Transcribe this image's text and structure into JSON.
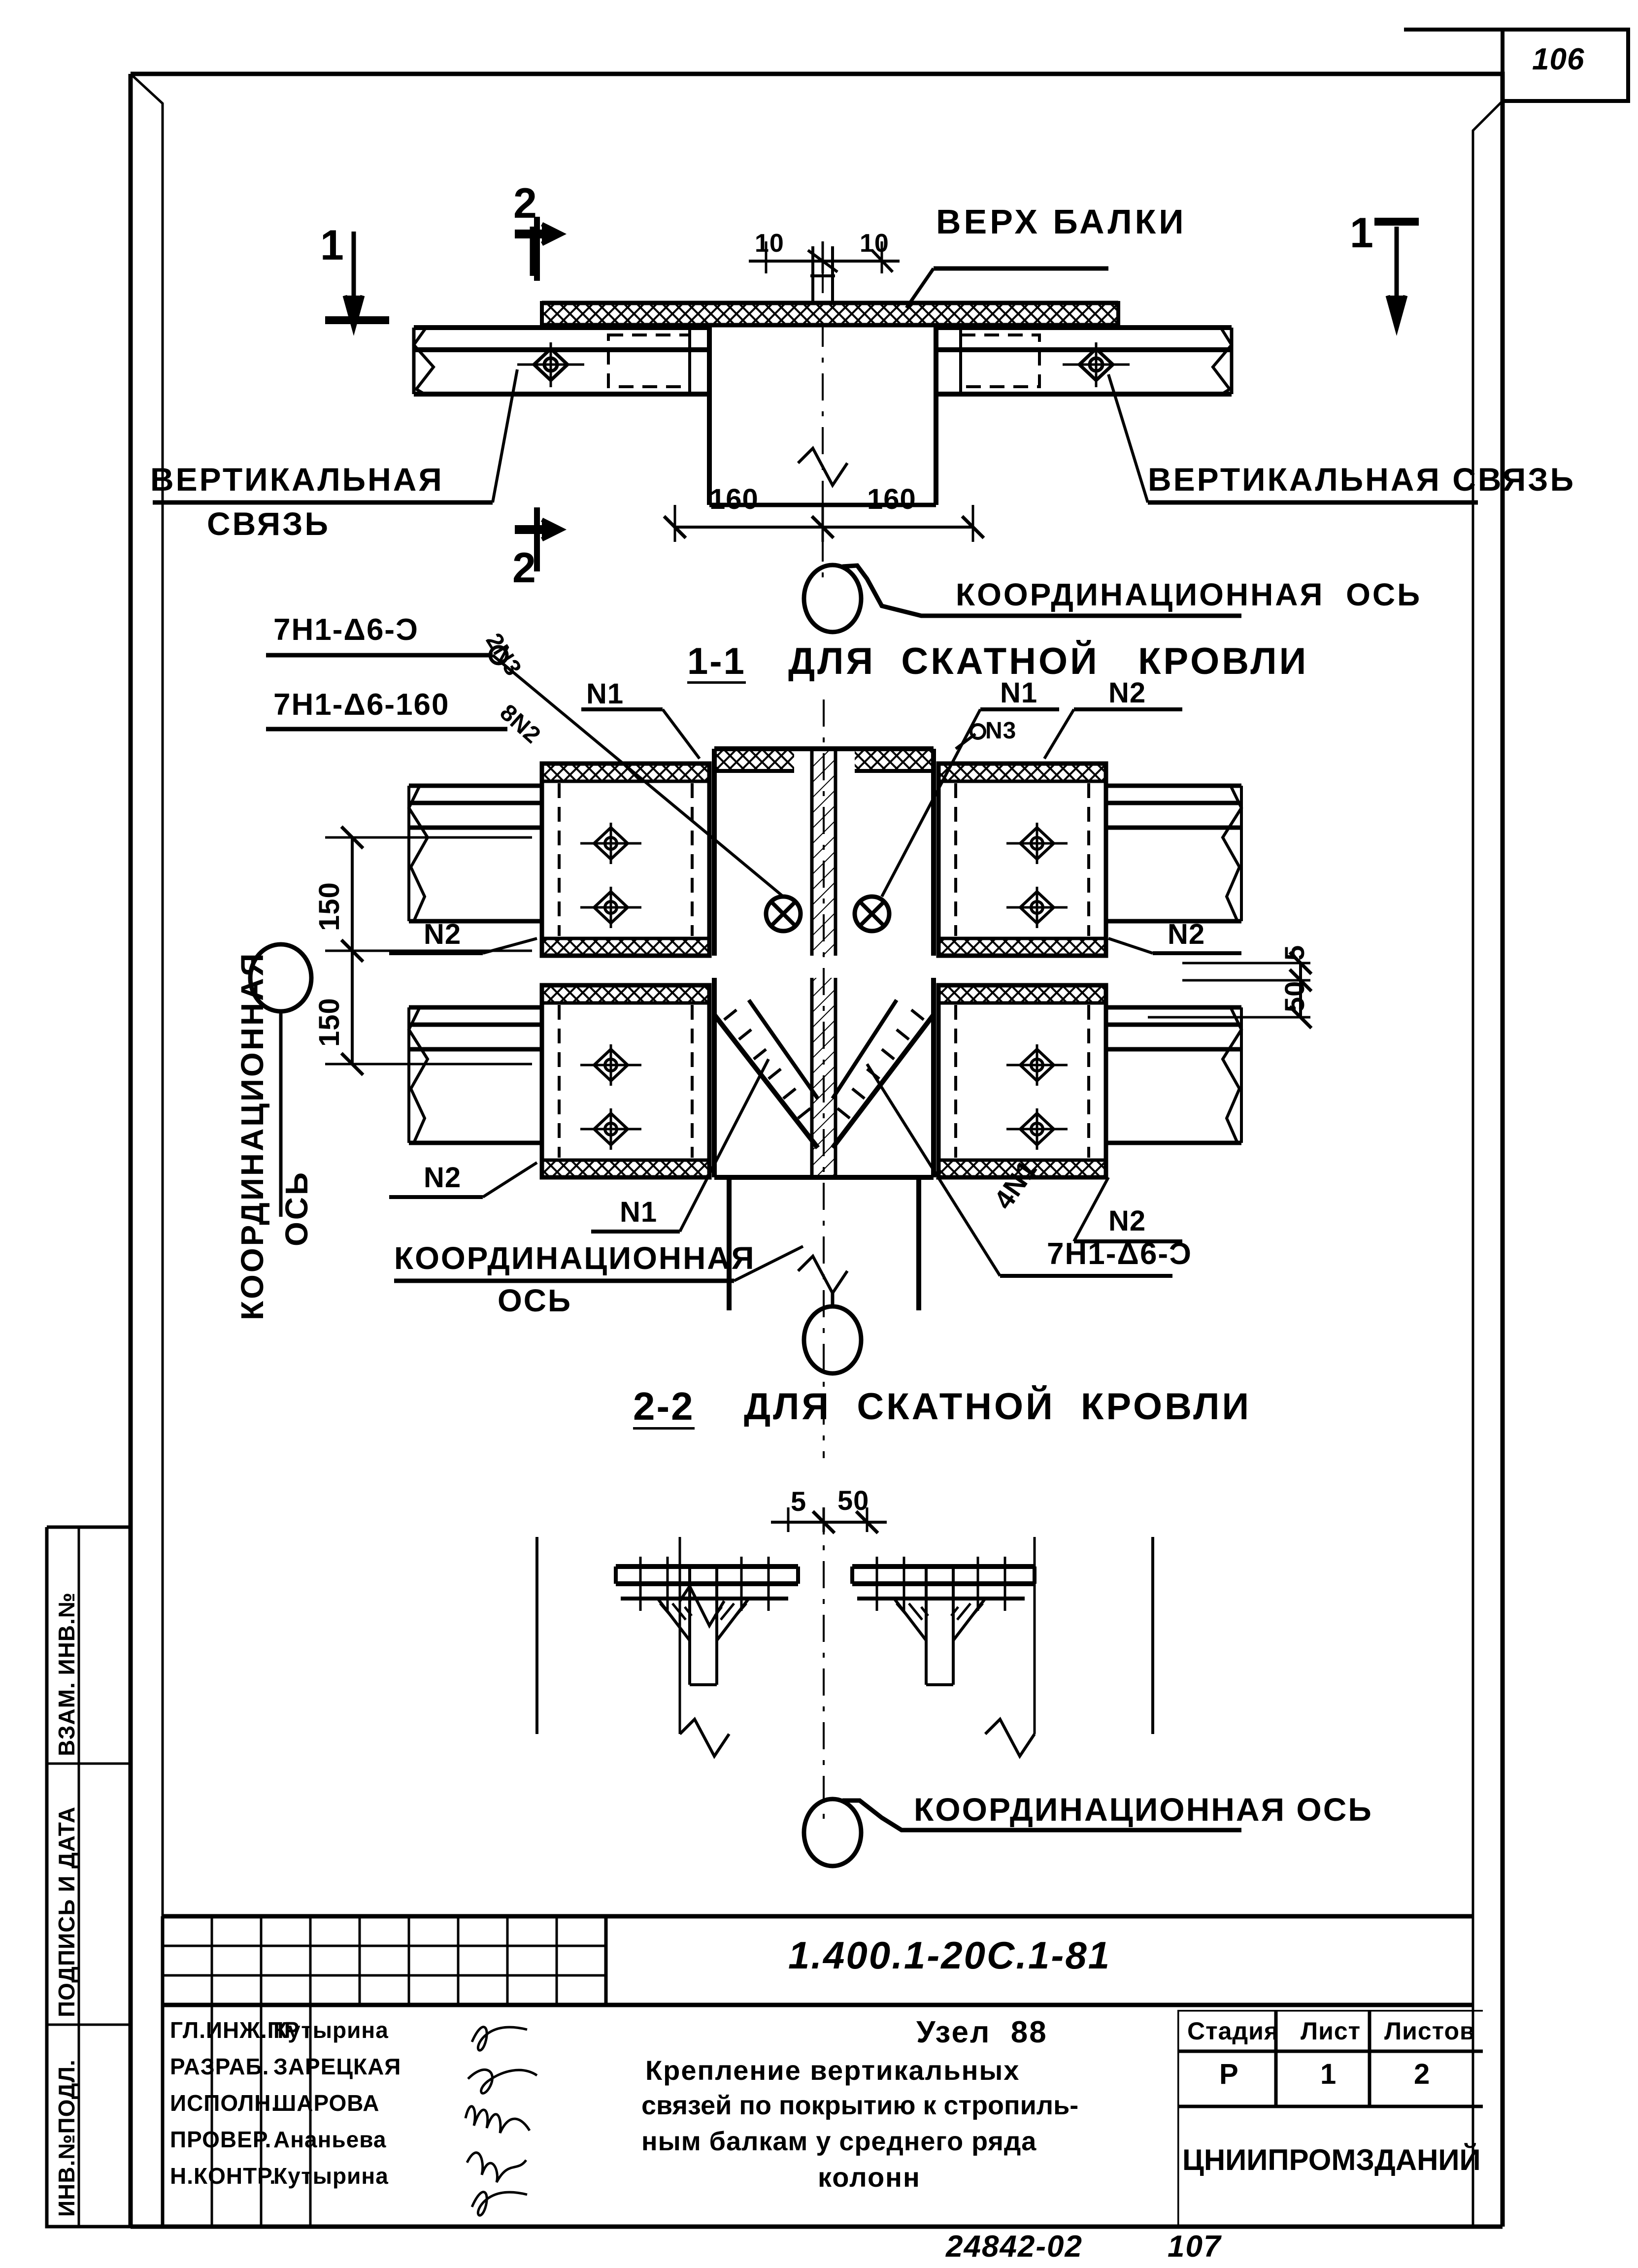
{
  "sheet": {
    "page_number": "106",
    "doc_number": "1.400.1-20С.1-81",
    "bottom_code": "24842-02",
    "bottom_page": "107"
  },
  "side_bar": {
    "rows": [
      "ВЗАМ. ИНВ.№",
      "ПОДПИСЬ И ДАТА",
      "ИНВ.№ПОДЛ."
    ]
  },
  "view_top": {
    "section_mark_left": "1",
    "section_mark_left2": "2",
    "section_mark_right": "1",
    "section_mark_left_bottom": "2",
    "callout_beam_top": "ВЕРХ БАЛКИ",
    "dim_10_left": "10",
    "dim_10_right": "10",
    "dim_160_left": "160",
    "dim_160_right": "160",
    "label_vert_brace_left_line1": "ВЕРТИКАЛЬНАЯ",
    "label_vert_brace_left_line2": "СВЯЗЬ",
    "label_vert_brace_right": "ВЕРТИКАЛЬНАЯ СВЯЗЬ",
    "label_axis": "КООРДИНАЦИОННАЯ  ОСЬ"
  },
  "view_1_1": {
    "title_num": "1-1",
    "title_text": "ДЛЯ  СКАТНОЙ   КРОВЛИ",
    "part_a": "7Н1-Δ6-Ͻ",
    "part_a_qty": "2N3",
    "part_b": "7Н1-Δ6-160",
    "part_b_qty": "8N2",
    "marks": {
      "n1_left": "N1",
      "n1_right": "N1",
      "n3": "N3",
      "n2_top_right": "N2",
      "n2_mid_left": "N2",
      "n2_mid_right": "N2",
      "n2_bot_left": "N2",
      "n2_bot_right": "N2",
      "n1_bot": "N1",
      "n1_bot_qty": "4N1",
      "part_c": "7Н1-Δ6-Ͻ"
    },
    "dim_150_top": "150",
    "dim_150_bottom": "150",
    "dim_50": "50",
    "dim_5": "5",
    "label_axis_vertical_line1": "КООРДИНАЦИОННАЯ",
    "label_axis_vertical_line2": "ОСЬ",
    "label_axis_line1": "КООРДИНАЦИОННАЯ",
    "label_axis_line2": "ОСЬ"
  },
  "view_2_2": {
    "title_num": "2-2",
    "title_text": "ДЛЯ  СКАТНОЙ  КРОВЛИ"
  },
  "view_bottom": {
    "dim_5": "5",
    "dim_50": "50",
    "label_axis": "КООРДИНАЦИОННАЯ ОСЬ"
  },
  "title_block": {
    "rows": [
      {
        "role": "ГЛ.ИНЖ.ПР",
        "name": "Кутырина"
      },
      {
        "role": "РАЗРАБ.",
        "name": "ЗАРЕЦКАЯ"
      },
      {
        "role": "ИСПОЛН.",
        "name": "ШАРОВА"
      },
      {
        "role": "ПРОВЕР.",
        "name": "Ананьева"
      },
      {
        "role": "Н.КОНТР.",
        "name": "Кутырина"
      }
    ],
    "node_title": "Узел  88",
    "description_line1": "Крепление вертикальных",
    "description_line2": "связей по покрытию к стропиль-",
    "description_line3": "ным балкам у среднего ряда",
    "description_line4": "колонн",
    "col_stage_header": "Стадия",
    "col_sheet_header": "Лист",
    "col_sheets_header": "Листов",
    "col_stage_value": "Р",
    "col_sheet_value": "1",
    "col_sheets_value": "2",
    "organization": "ЦНИИПРОМЗДАНИЙ"
  }
}
